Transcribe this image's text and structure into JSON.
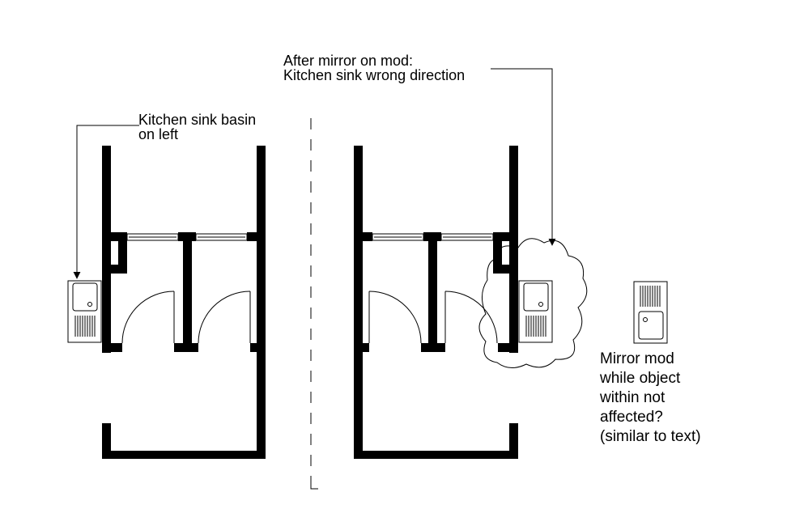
{
  "annotations": {
    "left": [
      "Kitchen sink basin",
      "on left"
    ],
    "top": [
      "After mirror on mod:",
      "Kitchen sink wrong direction"
    ],
    "right": [
      "Mirror mod",
      "while object",
      "within not",
      "affected?",
      "(similar to text)"
    ]
  },
  "colors": {
    "wall": "#000000",
    "line": "#000000",
    "background": "#ffffff"
  },
  "icons": {
    "sink_left": "kitchen-sink-icon",
    "sink_mirrored": "kitchen-sink-icon",
    "sink_proposed": "kitchen-sink-icon",
    "revision_cloud": "revision-cloud-icon"
  }
}
